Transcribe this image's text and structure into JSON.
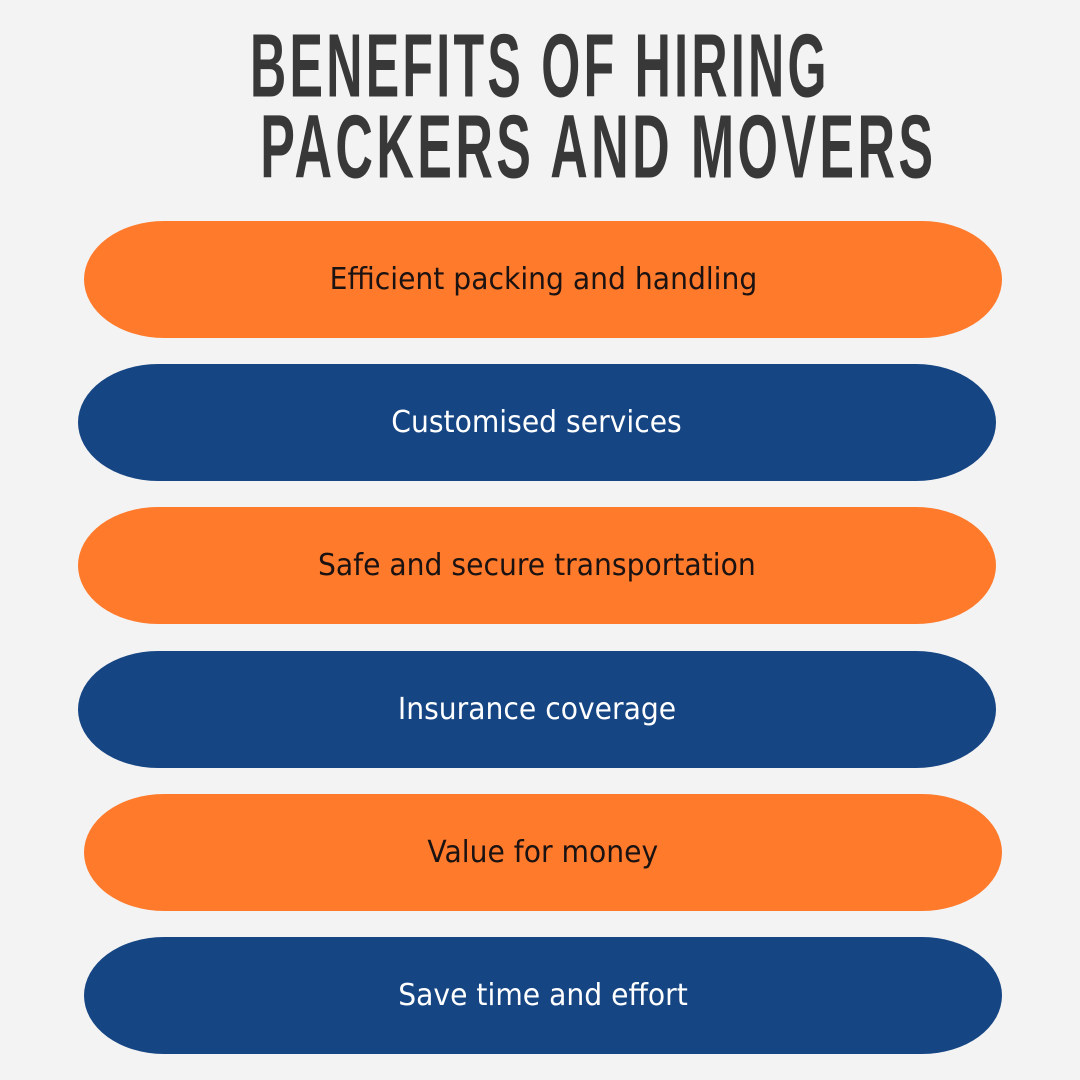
{
  "title": {
    "line1": "BENEFITS OF HIRING",
    "line2": "PACKERS AND MOVERS"
  },
  "colors": {
    "background": "#F3F3F3",
    "title": "#383838",
    "orange": "#FF7A2B",
    "blue": "#164584",
    "text_on_orange": "#1B1212",
    "text_on_blue": "#FFFFFF"
  },
  "benefits": [
    {
      "label": "Efficient packing and handling",
      "color": "orange"
    },
    {
      "label": "Customised services",
      "color": "blue"
    },
    {
      "label": "Safe and secure transportation",
      "color": "orange"
    },
    {
      "label": "Insurance coverage",
      "color": "blue"
    },
    {
      "label": "Value for money",
      "color": "orange"
    },
    {
      "label": "Save time and effort",
      "color": "blue"
    }
  ]
}
